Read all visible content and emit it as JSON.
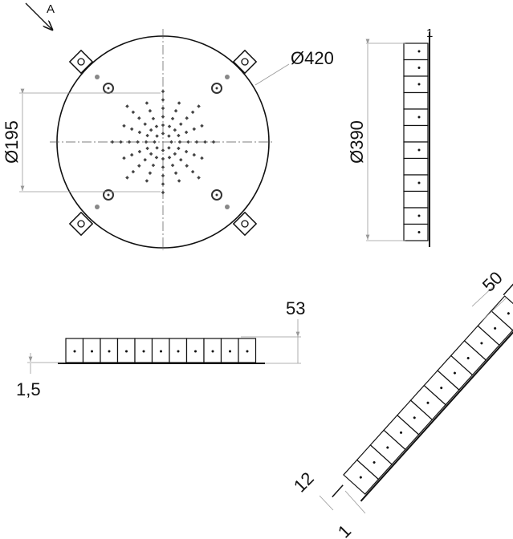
{
  "view_label": "A",
  "dimensions": {
    "outer_diameter": "Ø420",
    "nozzle_field_diameter": "Ø195",
    "side_diameter": "Ø390",
    "height": "53",
    "plate_thickness": "1,5",
    "iso_depth": "50",
    "iso_flange": "12",
    "iso_thickness": "1",
    "side_thickness": "1"
  },
  "colors": {
    "line": "#111111",
    "dim_line": "#999999"
  }
}
